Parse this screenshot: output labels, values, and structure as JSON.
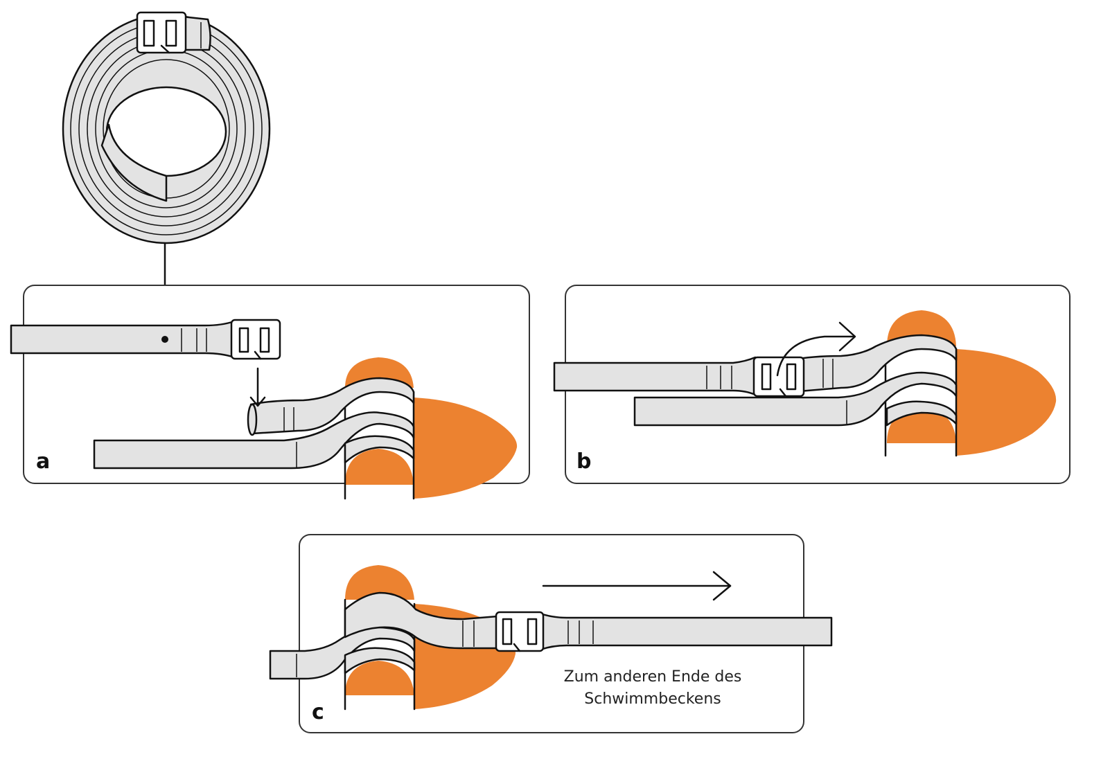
{
  "colors": {
    "strap": "#e3e3e3",
    "outline": "#111111",
    "accent": "#ec8230",
    "panel_border": "#333333",
    "background": "#ffffff"
  },
  "panels": [
    {
      "id": "a",
      "label": "a"
    },
    {
      "id": "b",
      "label": "b"
    },
    {
      "id": "c",
      "label": "c"
    }
  ],
  "caption": {
    "line1": "Zum anderen Ende des",
    "line2": "Schwimmbeckens"
  },
  "icons": [
    "coiled-strap",
    "buckle",
    "pool-edge-loop",
    "arrow"
  ]
}
